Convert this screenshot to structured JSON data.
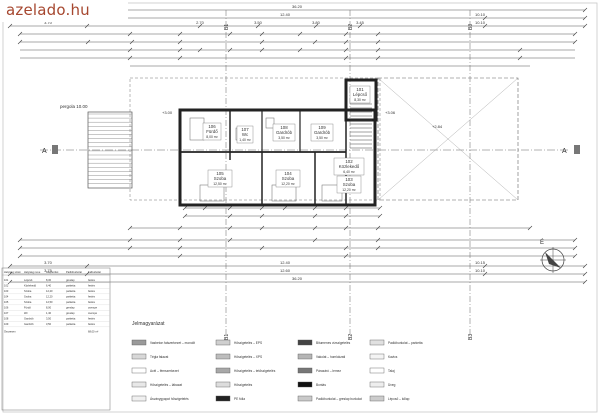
{
  "watermark": {
    "logo_text": "azelado.hu"
  },
  "dimensions": {
    "top_total": "36.20",
    "top_row1": [
      "3.75",
      "12.40",
      "10.10"
    ],
    "top_row2": [
      "3.70",
      "2.70",
      "3.50",
      "3.80",
      "3.45",
      "10.10"
    ],
    "bottom_total": "36.20",
    "bottom_row1": [
      "3.75",
      "12.60",
      "10.10"
    ],
    "bottom_row2": [
      "3.70",
      "12.40",
      "10.15"
    ]
  },
  "section": {
    "left_label": "A",
    "right_label": "A"
  },
  "grid_axes": [
    "B1",
    "B2",
    "B3"
  ],
  "pergola": {
    "label": "pergola 10.00"
  },
  "rooms": [
    {
      "id": "room-106",
      "number": "106",
      "name": "Fürdő",
      "area": "8,00 m²"
    },
    {
      "id": "room-107",
      "number": "107",
      "name": "Wc",
      "area": "1,40 m²"
    },
    {
      "id": "room-108",
      "number": "108",
      "name": "Gardrób",
      "area": "3,50 m²"
    },
    {
      "id": "room-109",
      "number": "109",
      "name": "Gardrób",
      "area": "3,50 m²"
    },
    {
      "id": "room-101",
      "number": "101",
      "name": "Lépcső",
      "area": "8,30 m²"
    },
    {
      "id": "room-102",
      "number": "102",
      "name": "Közlekedő",
      "area": "6,40 m²"
    },
    {
      "id": "room-103",
      "number": "103",
      "name": "Szoba",
      "area": "12,20 m²"
    },
    {
      "id": "room-104",
      "number": "104",
      "name": "Szoba",
      "area": "12,20 m²"
    },
    {
      "id": "room-105",
      "number": "105",
      "name": "Szoba",
      "area": "12,50 m²"
    }
  ],
  "levels": {
    "floor": "+3.00",
    "terrace_left": "+3.06",
    "terrace_right": "+2.84"
  },
  "north": {
    "label": "É"
  },
  "legend": {
    "title": "Jelmagyarázat",
    "items": [
      "Vasbeton falszerkezet – monolit",
      "Tégla falazat",
      "Acél – fémszerkezet",
      "Hőszigetelés – lábazat",
      "Ásványgyapot hőszigetelés",
      "Hőszigetelés – EPS",
      "Hőszigetelés – XPS",
      "Hőszigetelés – tetőszigetelés",
      "Hőszigetelés",
      "PE fólia",
      "Bitumenes vízszigetelés",
      "Vakolat – homlokzati",
      "Párazáró – lemez",
      "Bontás",
      "Padlóburkolat – greslap burkolat",
      "Padlóburkolat – parketta",
      "Kavics",
      "Talaj",
      "Üveg",
      "Lépcső – kőlap"
    ]
  },
  "schedule": {
    "headers": [
      "Helyiség szám",
      "Helyiség neve",
      "Alapterület",
      "Padlóburkolat",
      "Falburkolat"
    ],
    "rows": [
      [
        "101",
        "Lépcső",
        "8,30",
        "greslap",
        "festés"
      ],
      [
        "102",
        "Közlekedő",
        "6,40",
        "parketta",
        "festés"
      ],
      [
        "103",
        "Szoba",
        "12,20",
        "parketta",
        "festés"
      ],
      [
        "104",
        "Szoba",
        "12,20",
        "parketta",
        "festés"
      ],
      [
        "105",
        "Szoba",
        "12,50",
        "parketta",
        "festés"
      ],
      [
        "106",
        "Fürdő",
        "8,00",
        "greslap",
        "csempe"
      ],
      [
        "107",
        "Wc",
        "1,40",
        "greslap",
        "csempe"
      ],
      [
        "108",
        "Gardrób",
        "3,50",
        "parketta",
        "festés"
      ],
      [
        "109",
        "Gardrób",
        "3,50",
        "parketta",
        "festés"
      ]
    ],
    "total_label": "Összesen",
    "total_value": "68,00 m²"
  }
}
